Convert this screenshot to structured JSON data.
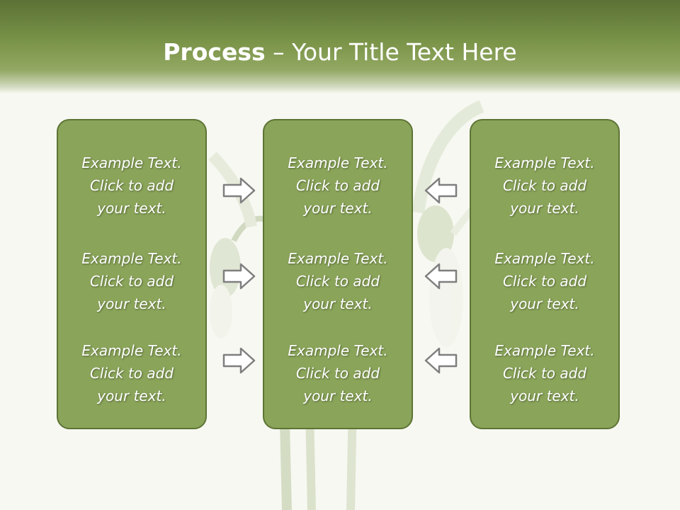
{
  "slide": {
    "title_bold": "Process",
    "title_sep": " – ",
    "title_rest": "Your Title Text Here"
  },
  "columns": [
    {
      "items": [
        {
          "line1": "Example Text.",
          "line2": "Click  to add",
          "line3": "your text."
        },
        {
          "line1": "Example Text.",
          "line2": "Click  to add",
          "line3": "your text."
        },
        {
          "line1": "Example Text.",
          "line2": "Click  to add",
          "line3": "your text."
        }
      ]
    },
    {
      "items": [
        {
          "line1": "Example Text.",
          "line2": "Click  to add",
          "line3": "your text."
        },
        {
          "line1": "Example Text.",
          "line2": "Click  to add",
          "line3": "your text."
        },
        {
          "line1": "Example Text.",
          "line2": "Click  to add",
          "line3": "your text."
        }
      ]
    },
    {
      "items": [
        {
          "line1": "Example Text.",
          "line2": "Click  to add",
          "line3": "your text."
        },
        {
          "line1": "Example Text.",
          "line2": "Click  to add",
          "line3": "your text."
        },
        {
          "line1": "Example Text.",
          "line2": "Click  to add",
          "line3": "your text."
        }
      ]
    }
  ],
  "arrows": {
    "left_group": [
      "right-arrow-icon",
      "right-arrow-icon",
      "right-arrow-icon"
    ],
    "right_group": [
      "left-arrow-icon",
      "left-arrow-icon",
      "left-arrow-icon"
    ]
  },
  "colors": {
    "header": "#6f8a3e",
    "box_fill": "#8aa45a",
    "box_border": "#5d7434",
    "text": "#ffffff",
    "background": "#f7f8f2"
  }
}
